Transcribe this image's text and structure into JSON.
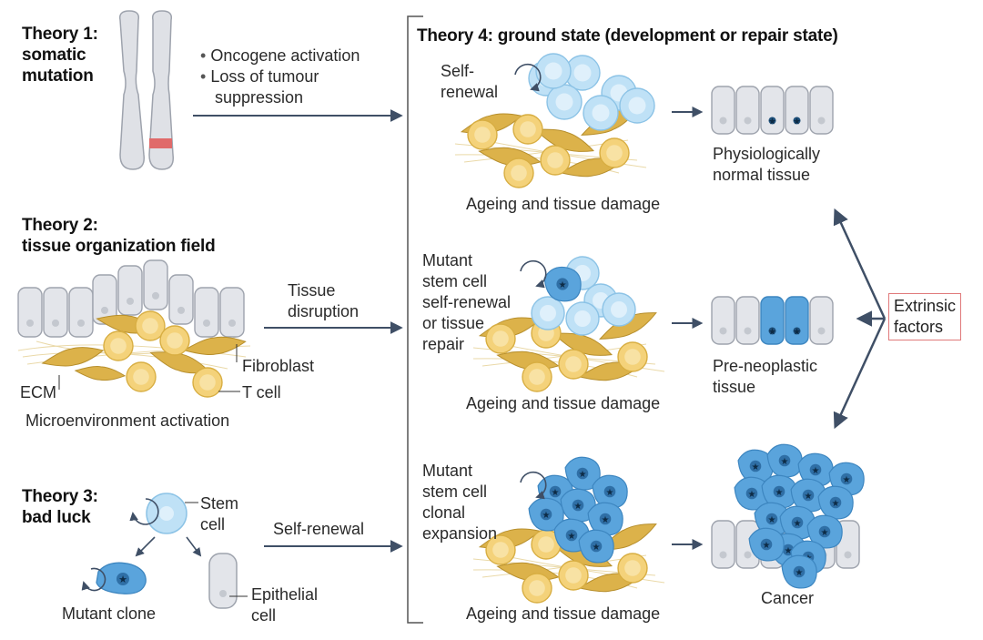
{
  "theory1": {
    "title_l1": "Theory 1:",
    "title_l2": "somatic",
    "title_l3": "mutation",
    "bullets": [
      "Oncogene activation",
      "Loss of tumour"
    ],
    "bullet_cont": "suppression"
  },
  "theory2": {
    "title_l1": "Theory 2:",
    "title_l2": "tissue organization field",
    "arrow_label_l1": "Tissue",
    "arrow_label_l2": "disruption",
    "fibroblast": "Fibroblast",
    "ecm": "ECM",
    "tcell": "T cell",
    "caption": "Microenvironment activation"
  },
  "theory3": {
    "title_l1": "Theory 3:",
    "title_l2": "bad luck",
    "stem_l1": "Stem",
    "stem_l2": "cell",
    "arrow_label": "Self-renewal",
    "mutant_clone": "Mutant clone",
    "epi_l1": "Epithelial",
    "epi_l2": "cell"
  },
  "theory4": {
    "title": "Theory 4: ground state (development or repair state)",
    "row1_label_l1": "Self-",
    "row1_label_l2": "renewal",
    "row1_caption": "Ageing and tissue damage",
    "row1_result_l1": "Physiologically",
    "row1_result_l2": "normal tissue",
    "row2_label": [
      "Mutant",
      "stem cell",
      "self-renewal",
      "or tissue",
      "repair"
    ],
    "row2_caption": "Ageing and tissue damage",
    "row2_result_l1": "Pre-neoplastic",
    "row2_result_l2": "tissue",
    "row3_label": [
      "Mutant",
      "stem cell",
      "clonal",
      "expansion"
    ],
    "row3_caption": "Ageing and tissue damage",
    "row3_result": "Cancer",
    "extrinsic_l1": "Extrinsic",
    "extrinsic_l2": "factors"
  },
  "colors": {
    "arrow": "#3f4f66",
    "epithelial_fill": "#e3e5ea",
    "epithelial_stroke": "#9ea3ad",
    "normal_stem": "#bfe1f6",
    "mutant_cell": "#5aa4dc",
    "tcell": "#f4d27a",
    "fibroblast": "#dcb24a",
    "mutation_band": "#e06a6a",
    "extrinsic_border": "#e0797a"
  },
  "icons": [
    "chromosome-icon",
    "self-renewal-arrow-icon",
    "mutation-star-icon"
  ]
}
